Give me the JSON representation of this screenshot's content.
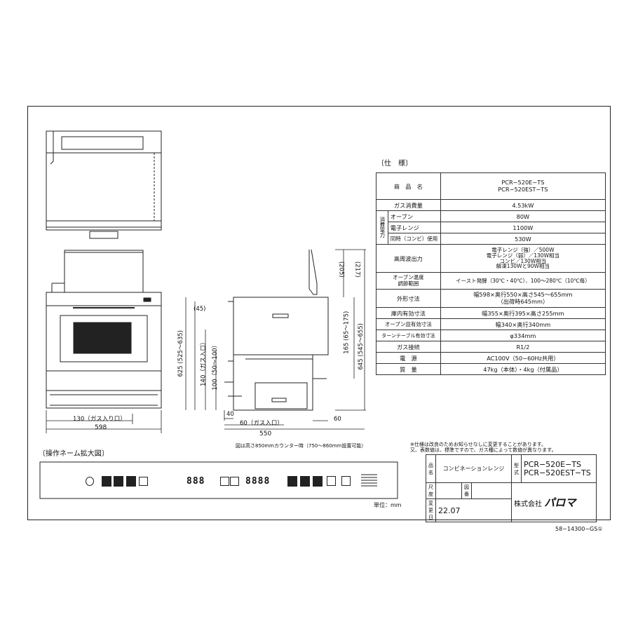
{
  "spec": {
    "title": "〔仕　様〕",
    "rows": [
      {
        "label": "商　品　名",
        "value": "PCR−520E−TS\nPCR−520EST−TS"
      },
      {
        "label": "ガス消費量",
        "value": "4.53kW"
      },
      {
        "label": "オーブン",
        "value": "80W"
      },
      {
        "label": "電子レンジ",
        "value": "1100W"
      },
      {
        "label": "同時（コンビ）使用",
        "value": "530W"
      },
      {
        "label": "高周波出力",
        "value": "電子レンジ（強）／500W\n電子レンジ（弱）／130W相当\nコンビ／130W相当\n解凍130Wと90W相当"
      },
      {
        "label": "オーブン温度\n調節範囲",
        "value": "イースト発酵（30℃・40℃）、100〜280℃（10℃毎）"
      },
      {
        "label": "外形寸法",
        "value": "幅598×奥行550×高さ545〜655mm\n（出荷時645mm）"
      },
      {
        "label": "庫内有効寸法",
        "value": "幅355×奥行395×高さ255mm"
      },
      {
        "label": "オーブン皿有効寸法",
        "value": "幅340×奥行340mm"
      },
      {
        "label": "ターンテーブル有効寸法",
        "value": "φ334mm"
      },
      {
        "label": "ガス接続",
        "value": "R1/2"
      },
      {
        "label": "電　源",
        "value": "AC100V（50−60Hz共用）"
      },
      {
        "label": "質　量",
        "value": "47kg（本体）・4kg（付属品）"
      }
    ],
    "power_group_label": "消費電力"
  },
  "dimensions": {
    "front_width_inner": "130（ガス入り口）",
    "front_width": "598",
    "h1": "(45)",
    "h2": "625 (525〜635)",
    "h3": "140（ガス入口）",
    "h4": "100（50〜100）",
    "side_width": "550",
    "s1": "40",
    "s2": "60（ガス入口）",
    "s3": "60",
    "r1": "(205)",
    "r2": "(217)",
    "r3": "165 (65〜175)",
    "r4": "645 (545〜655)",
    "counter_note": "図は高さ850mmカウンター時（750〜860mm設置可能）"
  },
  "panel": {
    "title": "〔操作ネーム拡大図〕",
    "display1": "888",
    "display2": "8888",
    "unit": "単位：mm"
  },
  "notes": {
    "line1": "※仕様は改良のためお知らせなしに変更することがあります。",
    "line2": "又、表数値は、標準ですので、ガス種によって数値が異なります。"
  },
  "title_block": {
    "hinmei_label": "品名",
    "product_name": "コンビネーションレンジ",
    "model_label": "型式",
    "model_1": "PCR−520E−TS",
    "model_2": "PCR−520EST−TS",
    "scale_label": "尺度",
    "drawing_label": "図番",
    "date_label": "変更日",
    "date": "22.07",
    "company": "株式会社",
    "brand": "パロマ",
    "doc_number": "58−14300−GS①"
  }
}
